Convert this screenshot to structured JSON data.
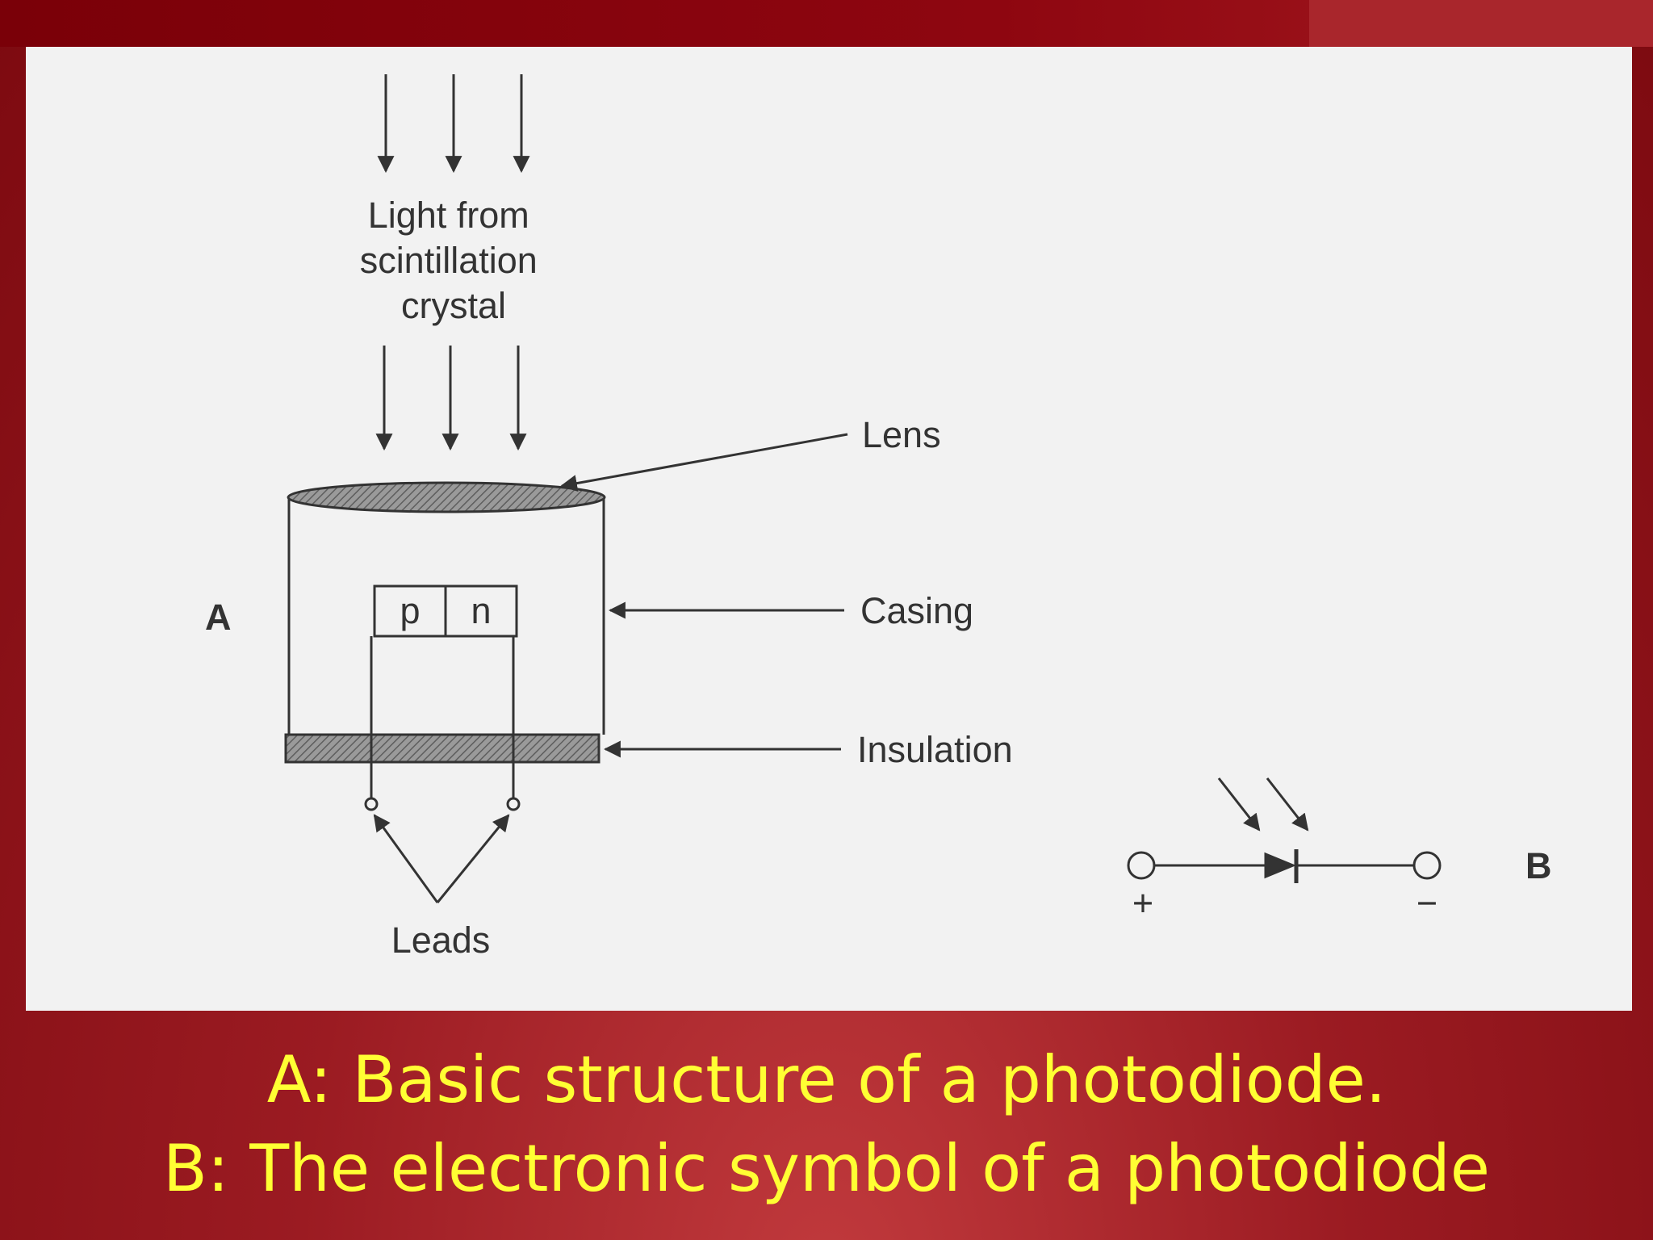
{
  "diagram": {
    "light_label": [
      "Light from",
      "scintillation",
      "crystal"
    ],
    "lens_label": "Lens",
    "casing_label": "Casing",
    "insulation_label": "Insulation",
    "leads_label": "Leads",
    "label_a": "A",
    "label_b": "B",
    "p_label": "p",
    "n_label": "n",
    "plus_label": "+",
    "minus_label": "−"
  },
  "caption": {
    "line1": "A: Basic structure of a photodiode.",
    "line2": "B: The electronic symbol of a photodiode"
  }
}
